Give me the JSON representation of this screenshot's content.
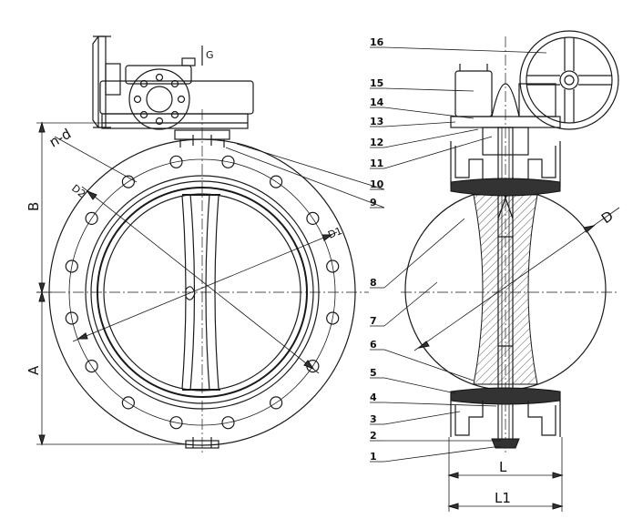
{
  "labels": {
    "dim_a": "A",
    "dim_b": "B",
    "dim_nd": "n-d",
    "dim_d2": "D2",
    "dim_d1": "D1",
    "dim_d": "D",
    "dim_l": "L",
    "dim_l1": "L1",
    "gear_g": "G"
  },
  "part_numbers": [
    "1",
    "2",
    "3",
    "4",
    "5",
    "6",
    "7",
    "8",
    "9",
    "10",
    "11",
    "12",
    "13",
    "14",
    "15",
    "16"
  ]
}
